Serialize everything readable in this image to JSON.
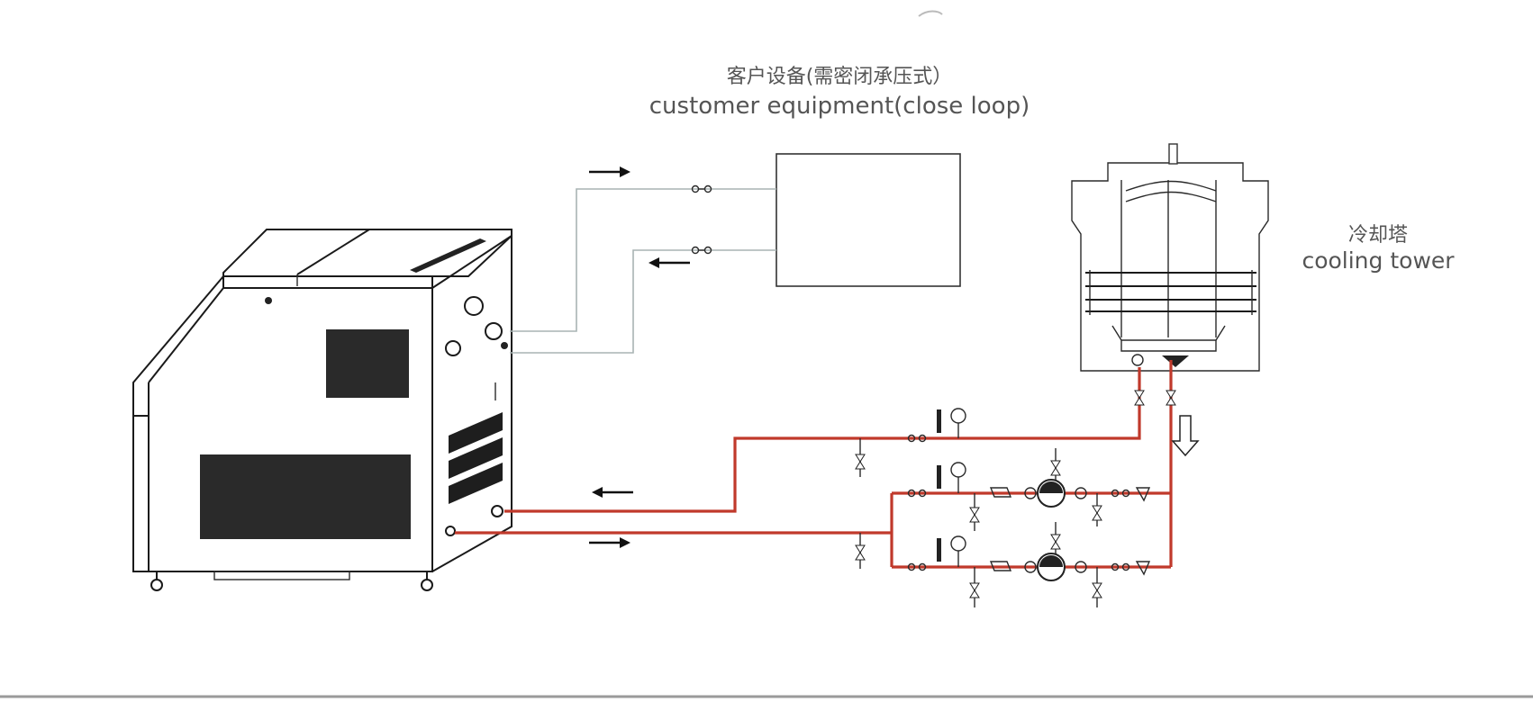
{
  "labels": {
    "customer_equipment_cn": "客户设备(需密闭承压式）",
    "customer_equipment_en": "customer equipment(close loop)",
    "cooling_tower_cn": "冷却塔",
    "cooling_tower_en": "cooling tower"
  },
  "colors": {
    "cooling_water_line": "#c0392b",
    "customer_loop_line": "#a9b4b4",
    "outline": "#1a1a1a",
    "label_text": "#555555"
  },
  "icons": [
    "flow-arrow-icon",
    "valve-icon",
    "pressure-gauge-icon",
    "pump-icon",
    "check-valve-icon",
    "filter-icon"
  ]
}
